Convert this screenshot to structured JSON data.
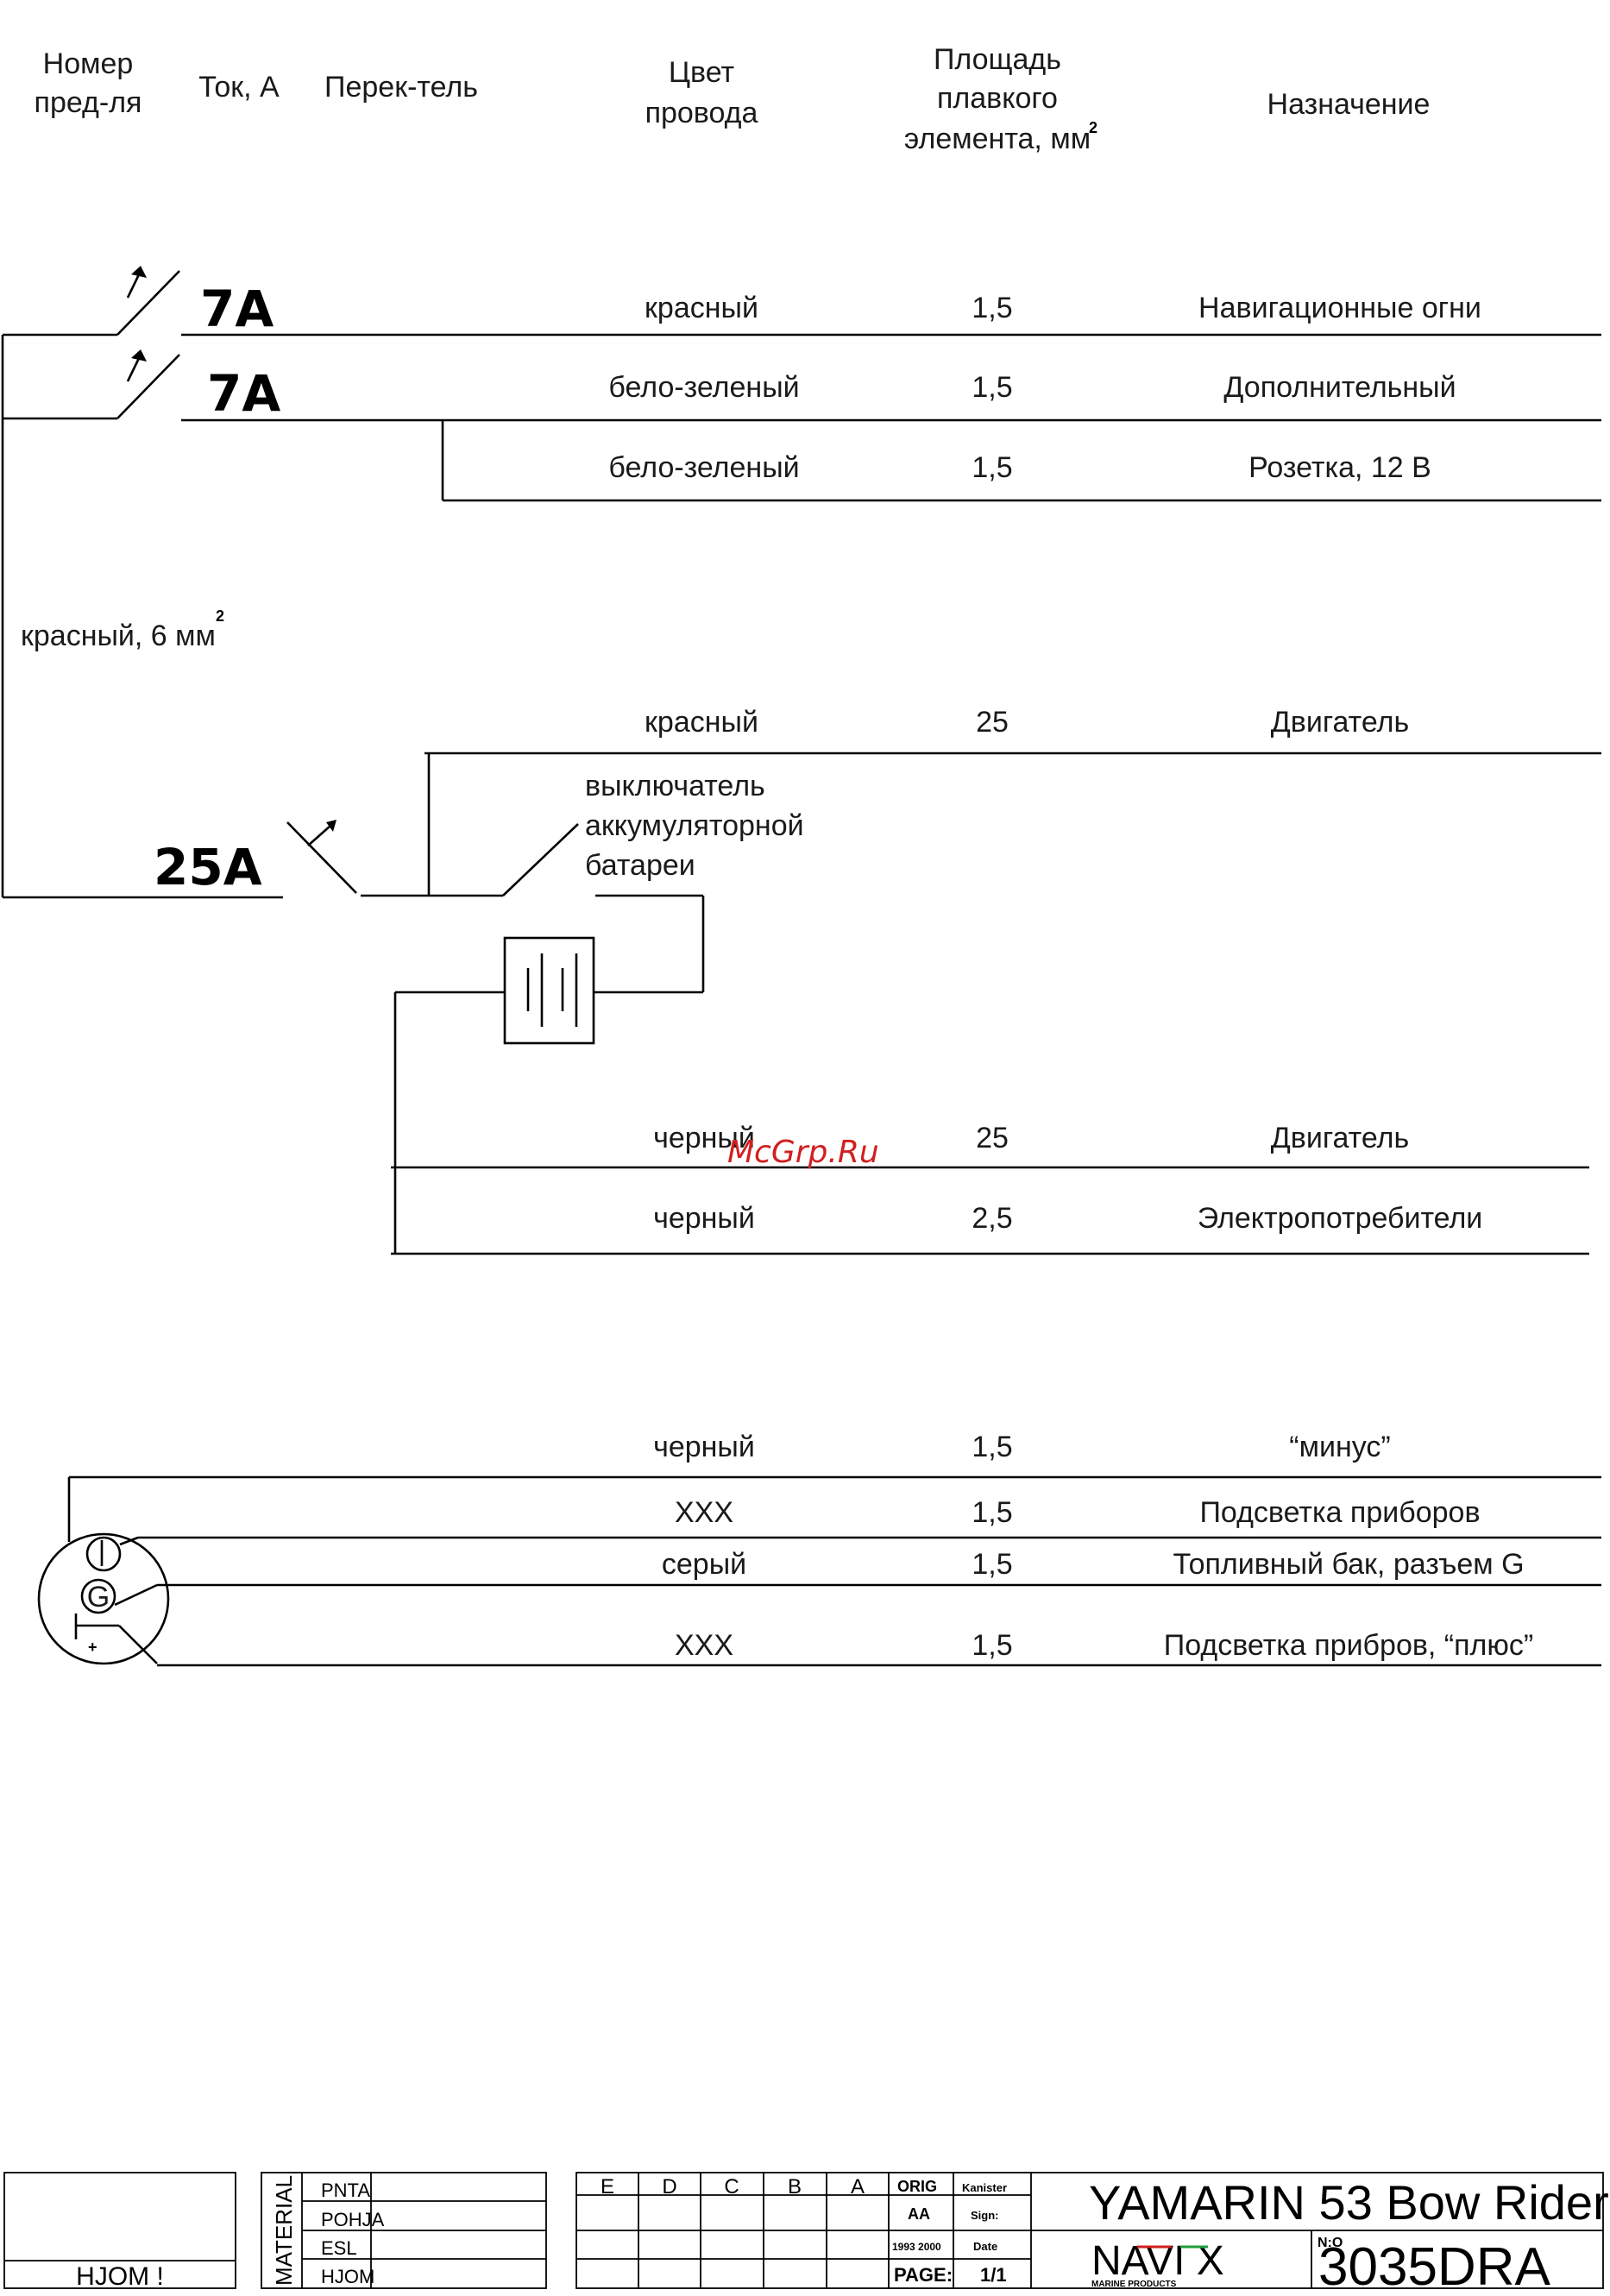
{
  "header": {
    "col_number_1": "Номер",
    "col_number_2": "пред-ля",
    "col_current": "Ток, А",
    "col_switch": "Перек-тель",
    "col_color_1": "Цвет",
    "col_color_2": "провода",
    "col_area_1": "Площадь",
    "col_area_2": "плавкого",
    "col_area_3": "элемента, мм",
    "col_area_sup": "2",
    "col_purpose": "Назначение"
  },
  "fuses": {
    "f1": "7A",
    "f2": "7A",
    "f3": "25A"
  },
  "rows": [
    {
      "color": "красный",
      "area": "1,5",
      "purpose": "Навигационные огни"
    },
    {
      "color": "бело-зеленый",
      "area": "1,5",
      "purpose": "Дополнительный"
    },
    {
      "color": "бело-зеленый",
      "area": "1,5",
      "purpose": "Розетка, 12 В"
    },
    {
      "color": "красный",
      "area": "25",
      "purpose": "Двигатель"
    },
    {
      "color": "черный",
      "area": "25",
      "purpose": "Двигатель"
    },
    {
      "color": "черный",
      "area": "2,5",
      "purpose": "Электропотребители"
    },
    {
      "color": "черный",
      "area": "1,5",
      "purpose": "“минус”"
    },
    {
      "color": "XXX",
      "area": "1,5",
      "purpose": "Подсветка приборов"
    },
    {
      "color": "серый",
      "area": "1,5",
      "purpose": "Топливный бак, разъем G"
    },
    {
      "color": "XXX",
      "area": "1,5",
      "purpose": "Подсветка прибров, “плюс”"
    }
  ],
  "feed_label": "красный, 6 мм",
  "feed_label_sup": "2",
  "battery_switch_label": [
    "выключатель",
    "аккумуляторной",
    "батареи"
  ],
  "gauge_pins": {
    "g": "G",
    "plus": "+"
  },
  "watermark": "McGrp.Ru",
  "title_block": {
    "hjom_left": "HJOM !",
    "material": "MATERIAL",
    "mat_rows": [
      "PNTA",
      "POHJA",
      "ESL",
      "HJOM"
    ],
    "revisions": [
      "E",
      "D",
      "C",
      "B",
      "A"
    ],
    "org_labels": [
      "ORIG",
      "AA",
      "1993 2000",
      "PAGE:"
    ],
    "org_values": [
      "Kanister",
      "Sign:",
      "Date",
      "1/1"
    ],
    "title": "YAMARIN 53 Bow Rider",
    "brand": "NAVI X",
    "brand_sub": "MARINE PRODUCTS",
    "no_label": "N:O",
    "drawing_no": "3035DRA"
  }
}
